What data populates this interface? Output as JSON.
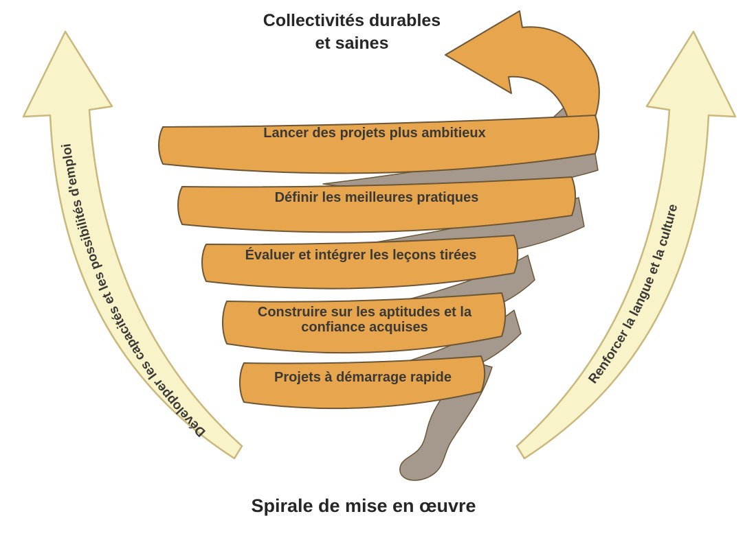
{
  "title": "Collectivités durables et saines",
  "title_lines": [
    "Collectivités durables",
    "et saines"
  ],
  "caption": "Spirale de mise en œuvre",
  "left_arrow": {
    "label": "Développer les capacités et les possibilités d'emploi"
  },
  "right_arrow": {
    "label": "Renforcer la langue et la culture"
  },
  "spiral": {
    "bands": [
      {
        "label": "Lancer des projets plus ambitieux"
      },
      {
        "label": "Définir les meilleures pratiques"
      },
      {
        "label": "Évaluer et intégrer les leçons tirées"
      },
      {
        "label": "Construire sur les aptitudes et la confiance acquises"
      },
      {
        "label": "Projets à démarrage rapide"
      }
    ]
  },
  "colors": {
    "ribbon_front": "#E7A54E",
    "ribbon_back": "#A5988C",
    "ribbon_outline": "#6B5636",
    "side_arrow_fill": "#F9F3CA",
    "side_arrow_outline": "#C9B77B",
    "text": "#3A3936",
    "title_text": "#262626",
    "background": "#FFFFFF"
  }
}
